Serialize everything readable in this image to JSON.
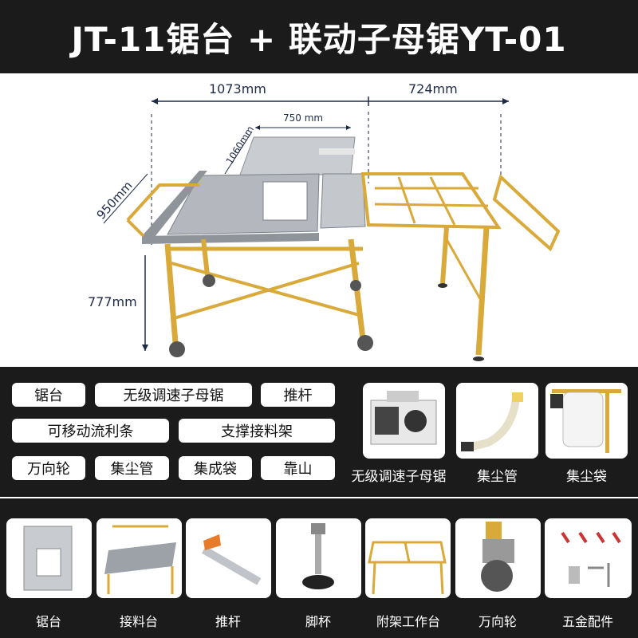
{
  "title": "JT-11锯台 + 联动子母锯YT-01",
  "dimensions": {
    "width_left": "1073mm",
    "width_right": "724mm",
    "depth_top": "750 mm",
    "length_diag": "1060mm",
    "depth_left": "950mm",
    "height": "777mm"
  },
  "features": [
    "锯台",
    "无级调速子母锯",
    "推杆",
    "可移动流利条",
    "支撑接料架",
    "万向轮",
    "集尘管",
    "集成袋",
    "靠山"
  ],
  "accessories_top": [
    "无级调速子母锯",
    "集尘管",
    "集尘袋"
  ],
  "accessories_bottom": [
    "锯台",
    "接料台",
    "推杆",
    "脚杯",
    "附架工作台",
    "万向轮",
    "五金配件"
  ],
  "colors": {
    "frame": "#d9a93a",
    "dark": "#1b1b1b",
    "dim": "#1e2a4a"
  }
}
